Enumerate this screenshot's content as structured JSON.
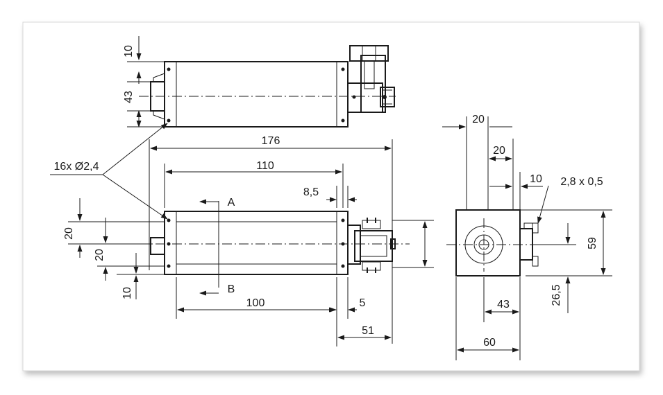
{
  "dimensions": {
    "top_10": "10",
    "top_43": "43",
    "overall_176": "176",
    "length_110": "110",
    "holes": "16x Ø2,4",
    "offset_8_5": "8,5",
    "section_a": "A",
    "section_b": "B",
    "left_20_a": "20",
    "left_20_b": "20",
    "left_10": "10",
    "span_100": "100",
    "gap_5": "5",
    "motor_51": "51",
    "side_20_a": "20",
    "side_20_b": "20",
    "side_10": "10",
    "terminal": "2,8 x 0,5",
    "height_59": "59",
    "depth_26_5": "26,5",
    "axis_43": "43",
    "width_60": "60"
  }
}
